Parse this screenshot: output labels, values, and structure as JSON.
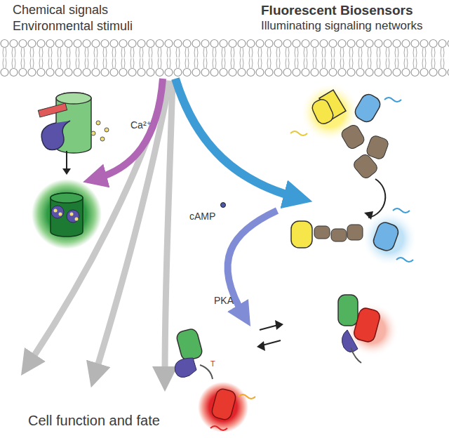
{
  "diagram": {
    "title": "Fluorescent Biosensors",
    "labels": [
      "Chemical signals",
      "Environmental stimuli",
      "Illuminating signaling networks",
      "Ca²⁺",
      "cAMP",
      "PKA",
      "Cell function and fate"
    ]
  }
}
